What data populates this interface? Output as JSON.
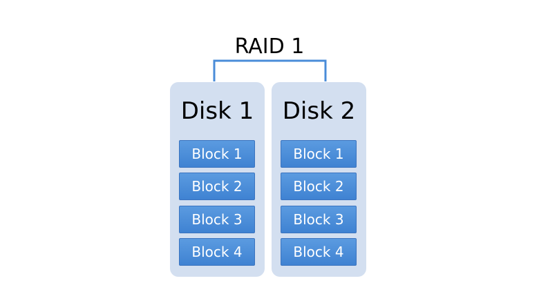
{
  "raid": {
    "title": "RAID 1"
  },
  "disks": [
    {
      "label": "Disk 1",
      "blocks": [
        "Block 1",
        "Block 2",
        "Block 3",
        "Block 4"
      ]
    },
    {
      "label": "Disk 2",
      "blocks": [
        "Block 1",
        "Block 2",
        "Block 3",
        "Block 4"
      ]
    }
  ],
  "colors": {
    "disk_background": "#d3dff0",
    "block_fill": "#4a8cd8",
    "bracket": "#4a8cd8",
    "block_text": "#ffffff"
  }
}
